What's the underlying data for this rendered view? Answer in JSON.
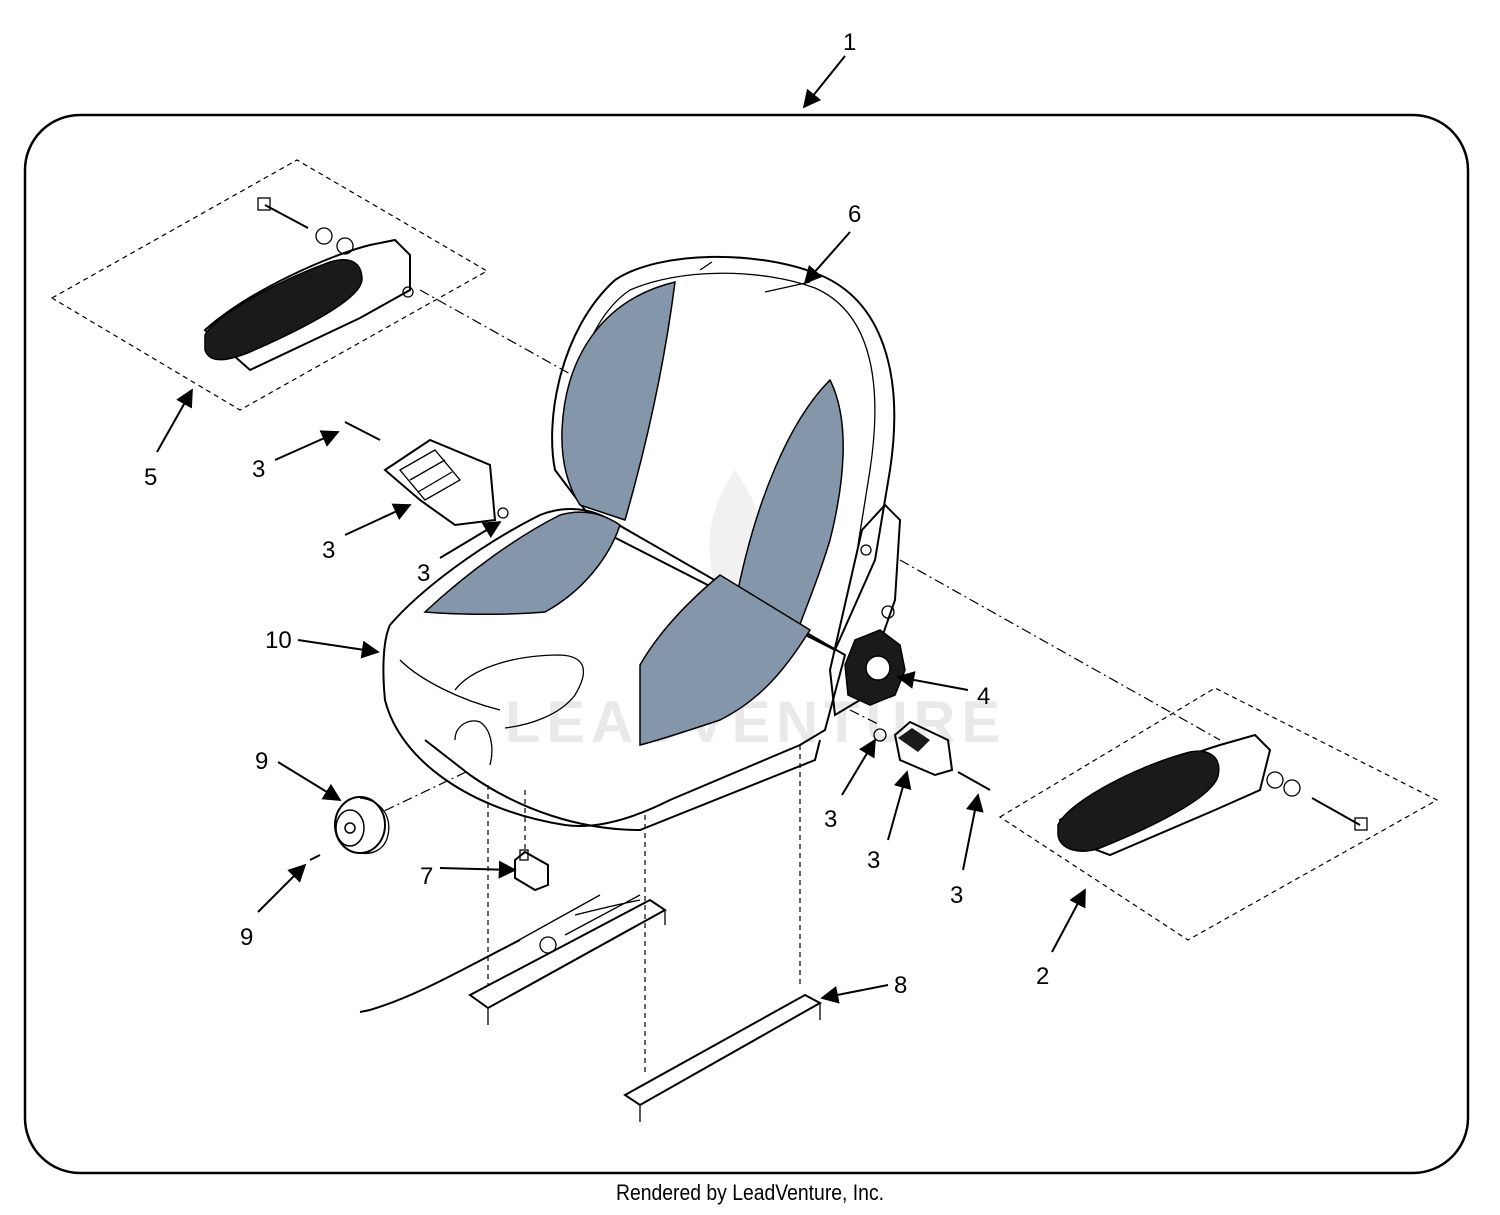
{
  "footer": {
    "text": "Rendered by LeadVenture, Inc."
  },
  "watermark": {
    "text": "LEADVENTURE"
  },
  "colors": {
    "seat_panel": "#8497aa",
    "grip": "#1a1a1a",
    "line": "#000000"
  },
  "callouts": {
    "c1": "1",
    "c2": "2",
    "c3a": "3",
    "c3b": "3",
    "c3c": "3",
    "c3d": "3",
    "c3e": "3",
    "c3f": "3",
    "c4": "4",
    "c5": "5",
    "c6": "6",
    "c7": "7",
    "c8": "8",
    "c9a": "9",
    "c9b": "9",
    "c10": "10"
  }
}
